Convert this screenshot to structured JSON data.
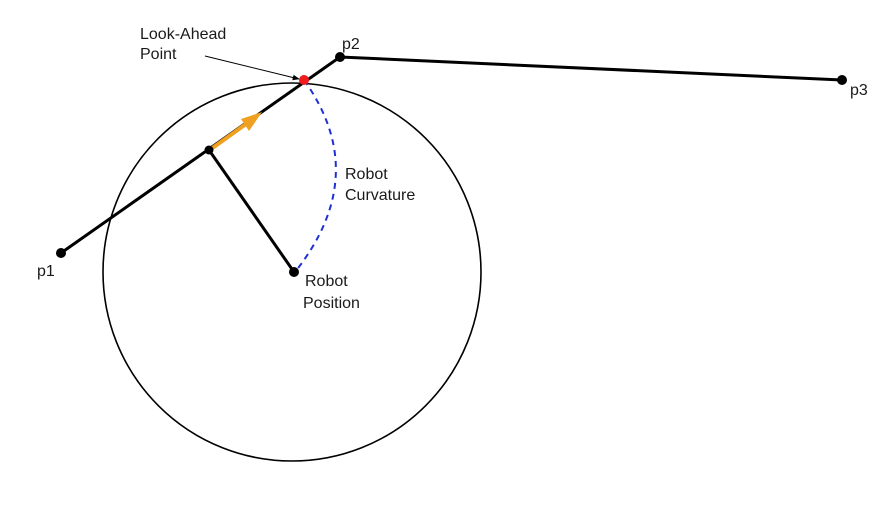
{
  "labels": {
    "lookahead_line1": "Look-Ahead",
    "lookahead_line2": "Point",
    "p1": "p1",
    "p2": "p2",
    "p3": "p3",
    "curvature_line1": "Robot",
    "curvature_line2": "Curvature",
    "position_line1": "Robot",
    "position_line2": "Position"
  },
  "colors": {
    "path": "#000000",
    "circle": "#000000",
    "lookahead_point": "#ee1c1c",
    "curvature_arc": "#1f2fd6",
    "heading_arrow": "#f0a020"
  }
}
